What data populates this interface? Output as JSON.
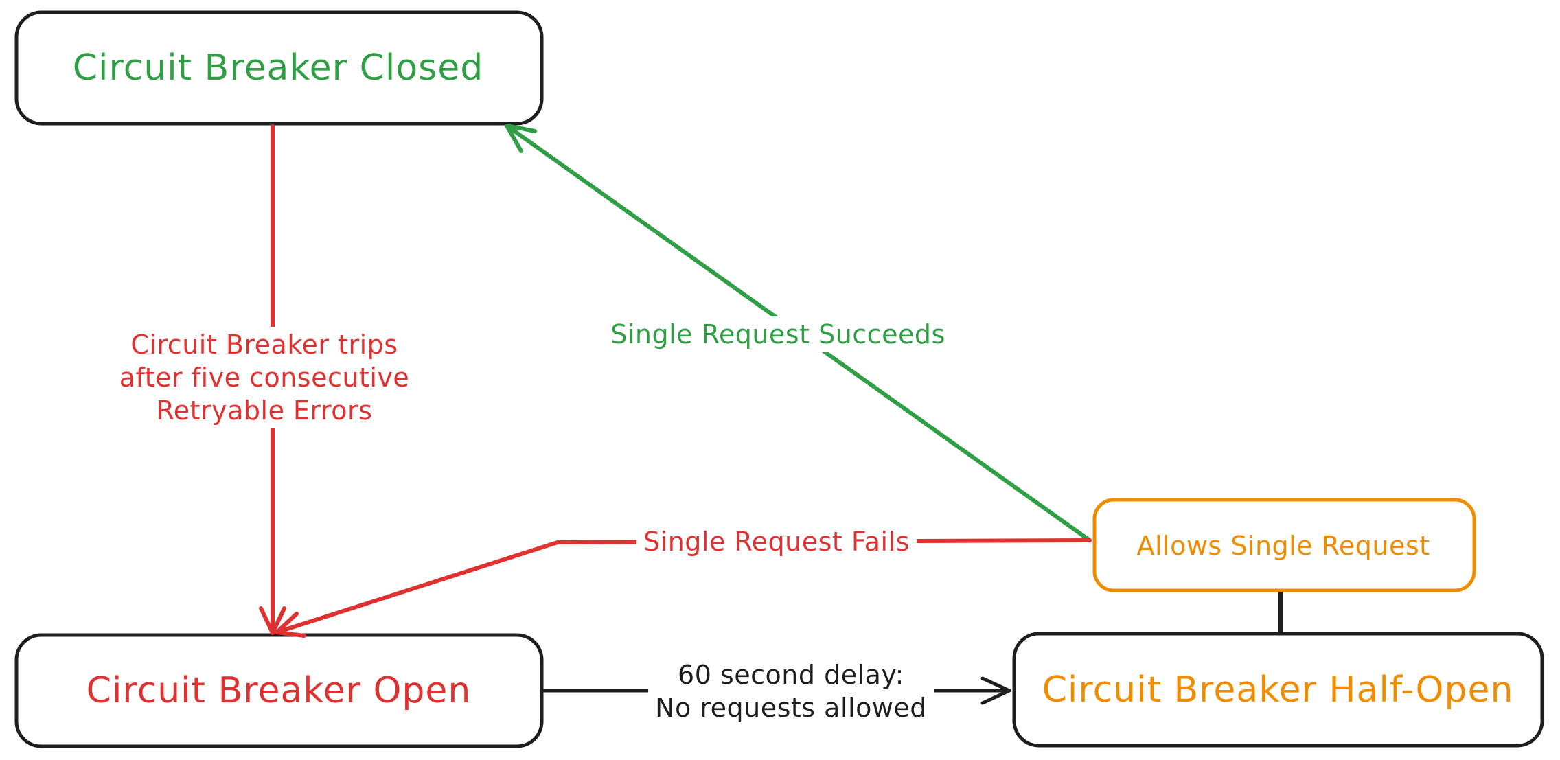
{
  "palette": {
    "ink": "#1e1e1e",
    "red": "#e03131",
    "green": "#2f9e44",
    "orange": "#f08c00",
    "background": "#ffffff"
  },
  "nodes": {
    "closed": {
      "label": "Circuit Breaker Closed",
      "color": "#2f9e44"
    },
    "open": {
      "label": "Circuit Breaker Open",
      "color": "#e03131"
    },
    "half_open": {
      "label": "Circuit Breaker Half-Open",
      "color": "#f08c00"
    },
    "allows_single": {
      "label": "Allows Single Request",
      "color": "#f08c00"
    }
  },
  "edges": {
    "trips": {
      "line1": "Circuit Breaker trips",
      "line2": "after five consecutive",
      "line3": "Retryable Errors",
      "color": "#e03131"
    },
    "succeeds": {
      "label": "Single Request Succeeds",
      "color": "#2f9e44"
    },
    "fails": {
      "label": "Single Request Fails",
      "color": "#e03131"
    },
    "delay": {
      "line1": "60 second delay:",
      "line2": "No requests allowed",
      "color": "#1e1e1e"
    }
  }
}
